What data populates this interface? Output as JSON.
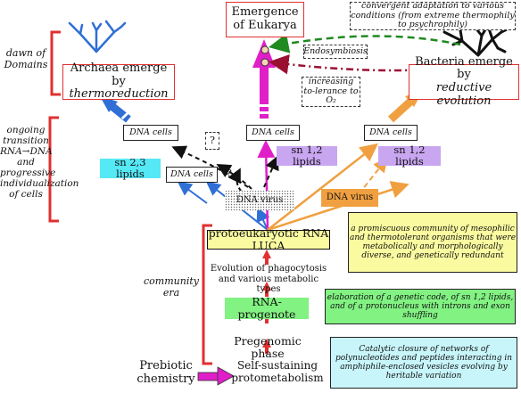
{
  "left_labels": {
    "dawn": "dawn of Domains",
    "transition": "ongoing transition RNA→DNA and progressive individualization of cells",
    "community": "community era",
    "prebiotic": "Prebiotic chemistry"
  },
  "boxes": {
    "eukarya": "Emergence of Eukarya",
    "archaea_line1": "Archaea emerge by",
    "archaea_line2": "thermoreduction",
    "bacteria_line1": "Bacteria emerge by",
    "bacteria_line2": "reductive evolution",
    "convergent": "convergent adaptation to various conditions (from extreme thermophily to psychrophily)",
    "endosymbiosis": "Endosymbiosis",
    "thermo_tolerance": "increasing to-lerance to O₂",
    "dna_cells_left": "DNA cells",
    "dna_cells_mid": "DNA cells",
    "dna_cells_right": "DNA cells",
    "dna_cells_low": "DNA cells",
    "question_1": "?",
    "question_2": "?",
    "sn23": "sn 2,3 lipids",
    "sn12_mid": "sn 1,2 lipids",
    "sn12_right": "sn 1,2 lipids",
    "dna_virus_left": "DNA virus",
    "dna_virus_right": "DNA virus",
    "luca": "protoeukaryotic RNA LUCA",
    "luca_note": "a promiscuous community of mesophilic and thermotolerant organisms that were metabolically and morphologically diverse, and genetically redundant",
    "phago": "Evolution of phagocytosis and various metabolic types",
    "progenote": "RNA-progenote",
    "progenote_note": "elaboration of a genetic code, of sn 1,2 lipids, and of a protonucleus with introns and exon shuffling",
    "pregenomic": "Pregenomic phase",
    "selfsustaining": "Self-sustaining protometabolism",
    "catalytic_note": "Catalytic closure of networks of polynucleotides and peptides interacting in amphiphile-enclosed vesicles evolving by heritable variation"
  },
  "colors": {
    "red": "#e03030",
    "blue": "#2f6fd6",
    "magenta": "#e01fc8",
    "orange": "#f0a040",
    "green": "#1f8a1f",
    "darkred": "#9a1030",
    "cyan": "#55e8f5",
    "violet": "#c9a6f0",
    "yellow": "#fafaa0",
    "lightgreen": "#82f282",
    "lightcyan": "#c8f5fa"
  }
}
